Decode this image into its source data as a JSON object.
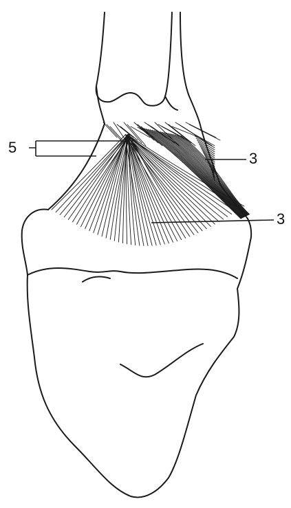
{
  "labels": {
    "left_upper": "5",
    "right_upper": "3",
    "right_lower": "3"
  },
  "colors": {
    "ink": "#1a1a1a",
    "paper": "#ffffff"
  }
}
